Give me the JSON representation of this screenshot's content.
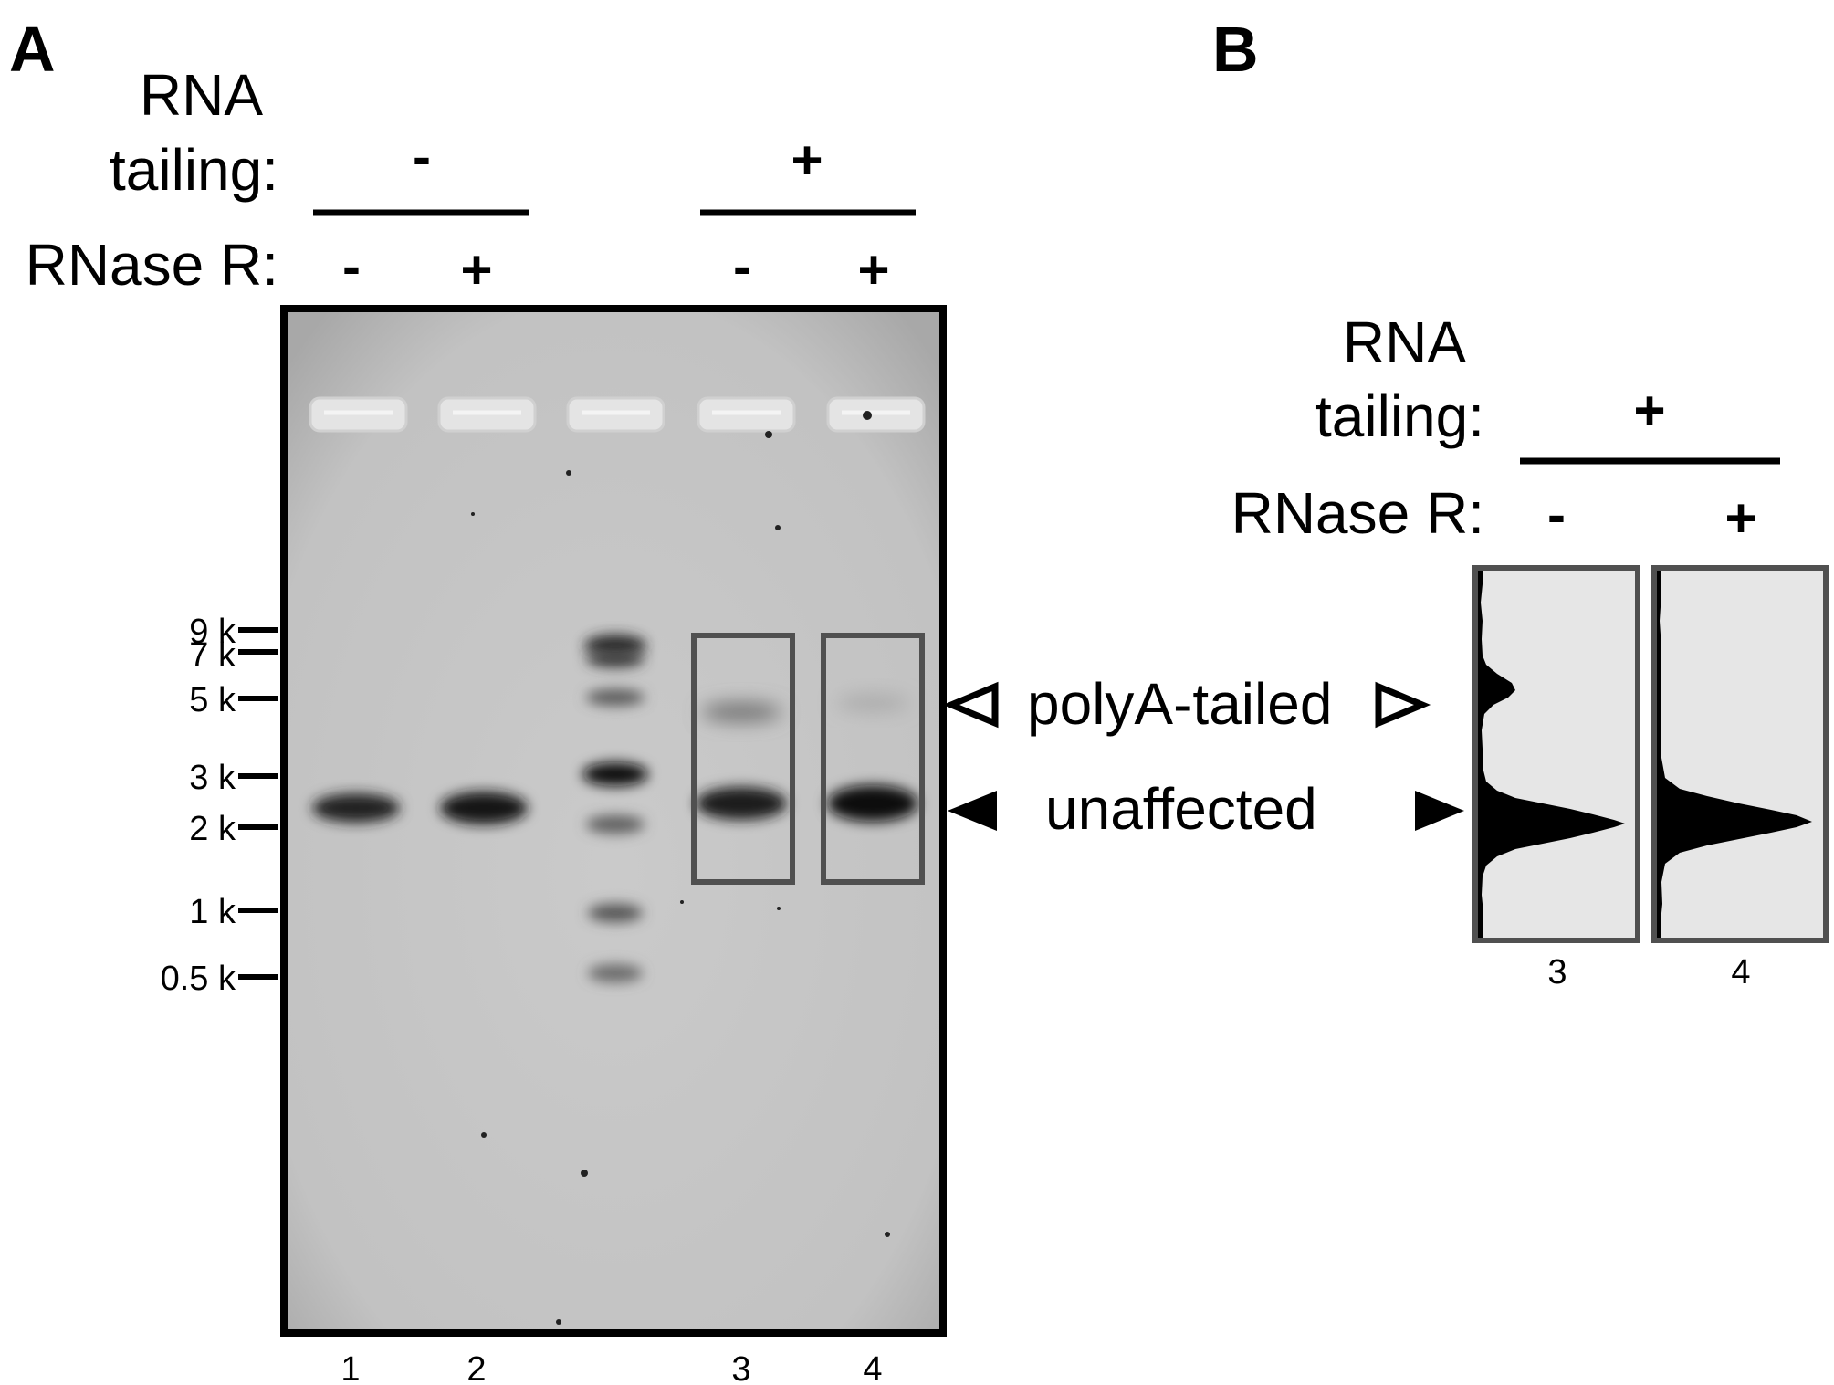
{
  "panel_a": {
    "letter": "A",
    "rna_tailing_label_line1": "RNA",
    "rna_tailing_label_line2": "tailing:",
    "rnase_label": "RNase R:",
    "group_minus": "-",
    "group_plus": "+",
    "rnase_values": [
      "-",
      "+",
      "-",
      "+"
    ],
    "lane_numbers": [
      "1",
      "2",
      "3",
      "4"
    ],
    "ladder_markers": [
      "9 k",
      "7 k",
      "5 k",
      "3 k",
      "2 k",
      "1 k",
      "0.5 k"
    ],
    "annotations": {
      "polya": "polyA-tailed",
      "unaffected": "unaffected"
    }
  },
  "panel_b": {
    "letter": "B",
    "rna_tailing_label_line1": "RNA",
    "rna_tailing_label_line2": "tailing:",
    "rnase_label": "RNase R:",
    "group_plus": "+",
    "rnase_values": [
      "-",
      "+"
    ],
    "lane_numbers": [
      "3",
      "4"
    ]
  },
  "colors": {
    "gel_background": "#c6c6c6",
    "band": "#1a1a1a",
    "box_outline": "#505050",
    "profile_background": "#e6e6e6"
  }
}
